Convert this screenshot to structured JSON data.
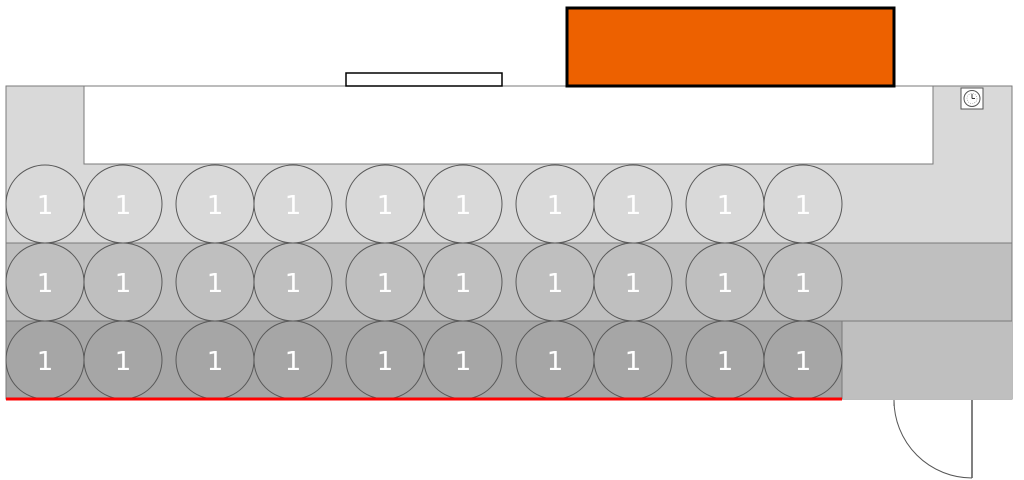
{
  "colors": {
    "background": "#ffffff",
    "floor": "#d9d9d9",
    "tier_middle": "#bfbfbf",
    "tier_front": "#a6a6a6",
    "seat_back": "#d9d9d9",
    "seat_middle": "#bfbfbf",
    "seat_front": "#a6a6a6",
    "outline": "#595959",
    "stage": "#ffffff",
    "orange_block": "#ed6100",
    "edge_marker": "#ff0000",
    "seat_label": "#ffffff"
  },
  "icons": {
    "wall_clock": "clock-icon",
    "door": "door-swing-icon"
  },
  "seating": {
    "rows": 3,
    "seats_per_row": 10,
    "label": "1"
  }
}
